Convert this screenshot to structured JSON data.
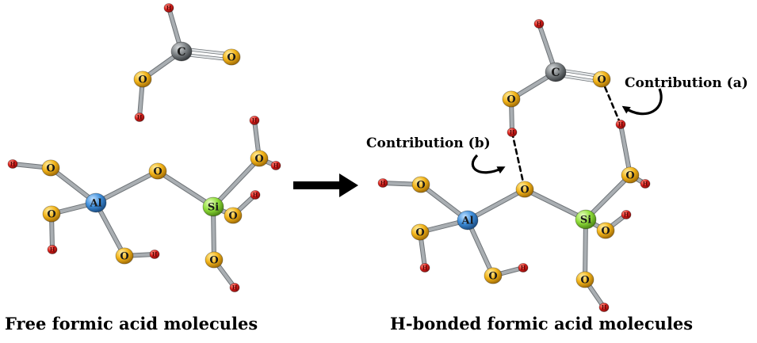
{
  "captions": {
    "left": "Free formic acid molecules",
    "right": "H-bonded formic acid molecules"
  },
  "annotations": {
    "contribution_a": "Contribution (a)",
    "contribution_b": "Contribution (b)"
  },
  "element_labels": {
    "H": "H",
    "C": "C",
    "O": "O",
    "Al": "Al",
    "Si": "Si"
  },
  "colors": {
    "hydrogen": "#e0221e",
    "carbon": "#7c8184",
    "oxygen": "#f2b318",
    "aluminum": "#3f8fdc",
    "silicon": "#8fde3a",
    "bond": "#a9aeb2",
    "arrow": "#000000"
  }
}
